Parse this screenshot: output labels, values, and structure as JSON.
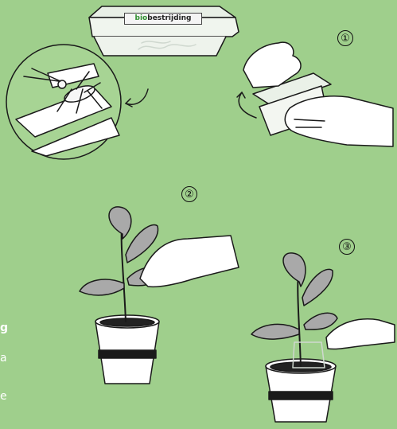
{
  "brand": {
    "prefix": "bio",
    "suffix": "bestrijding"
  },
  "steps": [
    "①",
    "②",
    "③"
  ],
  "side_text": {
    "line1": "g",
    "line2": "a",
    "line3": "e"
  },
  "colors": {
    "background": "#9fcf8c",
    "line": "#1a1a1a",
    "plant": "#a9a9a9",
    "white": "#ffffff"
  }
}
